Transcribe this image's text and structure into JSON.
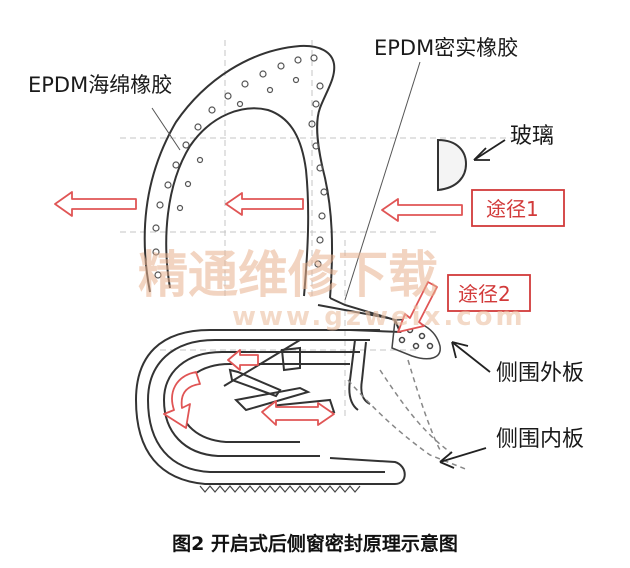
{
  "labels": {
    "epdm_sponge": "EPDM海绵橡胶",
    "epdm_solid": "EPDM密实橡胶",
    "glass": "玻璃",
    "path1": "途径1",
    "path2": "途径2",
    "outer_panel": "侧围外板",
    "inner_panel": "侧围内板"
  },
  "watermark": {
    "text": "精通维修下载",
    "url": "www.gzweix.com"
  },
  "caption": "图2 开启式后侧窗密封原理示意图",
  "colors": {
    "outline": "#333333",
    "arrow_red": "#e05555",
    "box_red": "#d23a3a",
    "guide": "#b8b8b8"
  }
}
